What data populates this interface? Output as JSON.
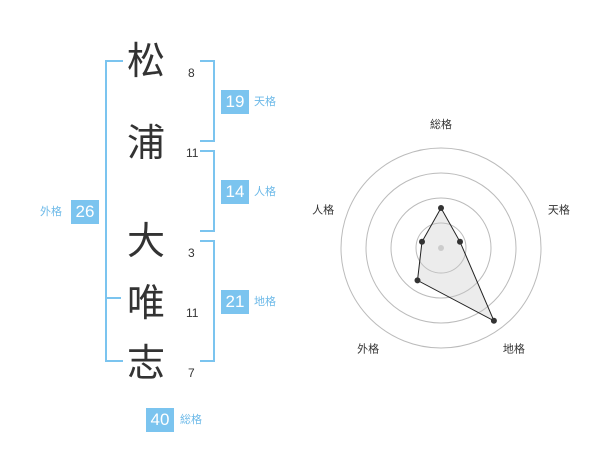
{
  "name": {
    "chars": [
      {
        "kanji": "松",
        "strokes": "8"
      },
      {
        "kanji": "浦",
        "strokes": "11"
      },
      {
        "kanji": "大",
        "strokes": "3"
      },
      {
        "kanji": "唯",
        "strokes": "11"
      },
      {
        "kanji": "志",
        "strokes": "7"
      }
    ]
  },
  "scores": {
    "tenkaku": {
      "value": "19",
      "label": "天格"
    },
    "jinkaku": {
      "value": "14",
      "label": "人格"
    },
    "chikaku": {
      "value": "21",
      "label": "地格"
    },
    "gaikaku": {
      "value": "26",
      "label": "外格"
    },
    "soukaku": {
      "value": "40",
      "label": "総格"
    }
  },
  "colors": {
    "accent": "#7bc4ef",
    "text": "#333333"
  },
  "chart_data": {
    "type": "radar",
    "axes": [
      "総格",
      "天格",
      "地格",
      "外格",
      "人格"
    ],
    "values": [
      0.4,
      0.2,
      0.9,
      0.4,
      0.2
    ],
    "rings": 4,
    "range": [
      0,
      1
    ]
  }
}
